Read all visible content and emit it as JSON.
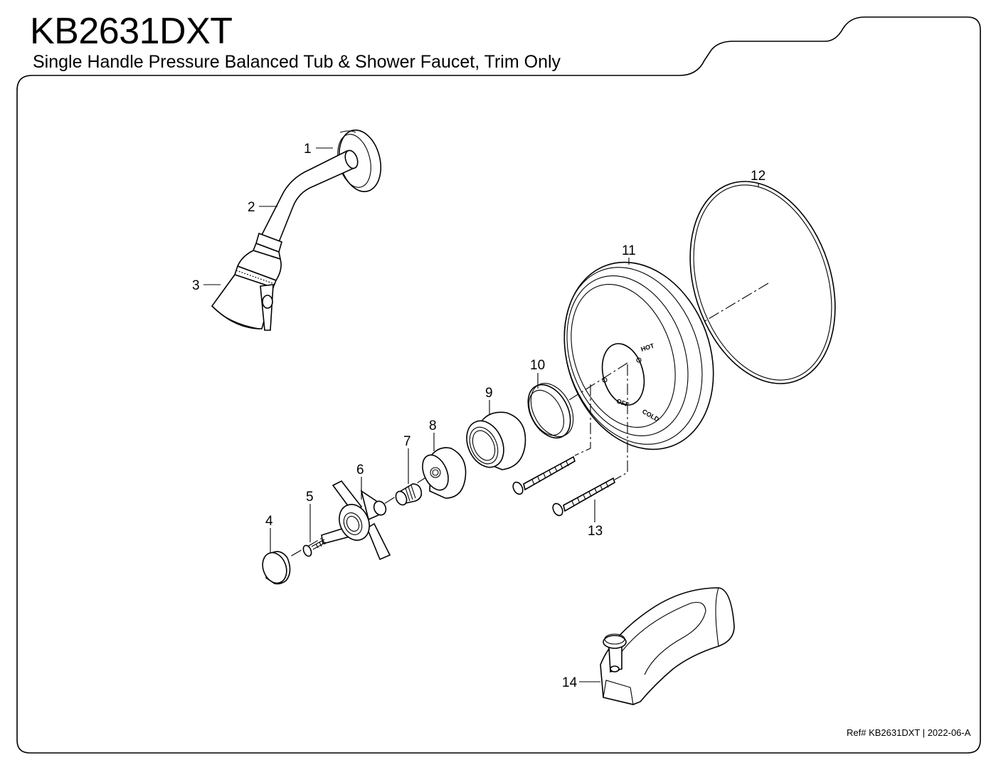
{
  "header": {
    "model_code": "KB2631DXT",
    "subtitle": "Single Handle Pressure Balanced Tub & Shower Faucet, Trim Only"
  },
  "footer": {
    "reference": "Ref# KB2631DXT | 2022-06-A"
  },
  "parts": [
    {
      "number": "1",
      "part": "shower-arm-flange"
    },
    {
      "number": "2",
      "part": "shower-arm"
    },
    {
      "number": "3",
      "part": "shower-head"
    },
    {
      "number": "4",
      "part": "index-cap"
    },
    {
      "number": "5",
      "part": "handle-screw"
    },
    {
      "number": "6",
      "part": "cross-handle"
    },
    {
      "number": "7",
      "part": "stem-extension"
    },
    {
      "number": "8",
      "part": "handle-adapter"
    },
    {
      "number": "9",
      "part": "escutcheon-sleeve"
    },
    {
      "number": "10",
      "part": "sleeve-ring"
    },
    {
      "number": "11",
      "part": "escutcheon-plate"
    },
    {
      "number": "12",
      "part": "gasket"
    },
    {
      "number": "13",
      "part": "mounting-screws"
    },
    {
      "number": "14",
      "part": "tub-spout"
    }
  ],
  "escutcheon_markings": {
    "hot": "HOT",
    "off": "OFF",
    "cold": "COLD"
  },
  "colors": {
    "line": "#000000",
    "background": "#ffffff"
  }
}
